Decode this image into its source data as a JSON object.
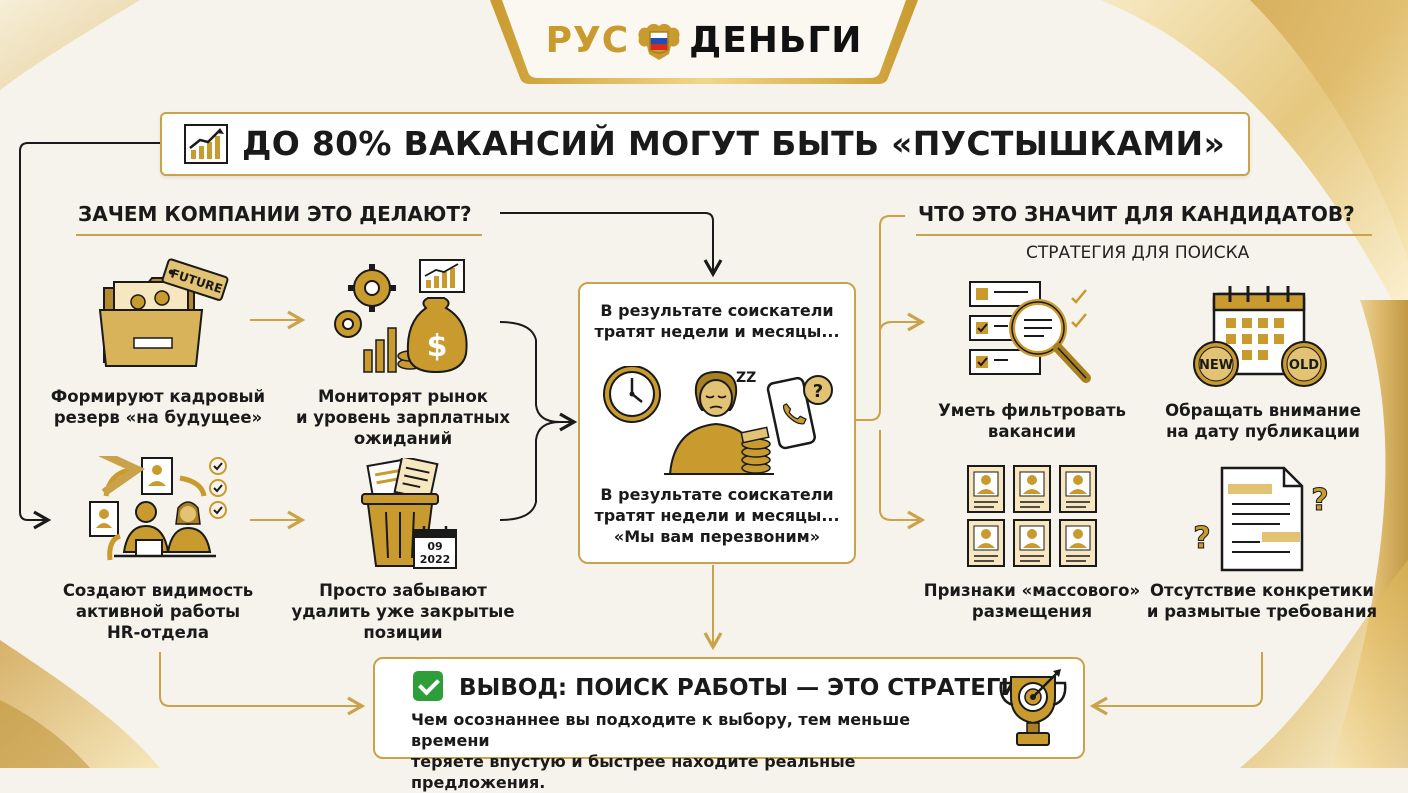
{
  "logo": {
    "part1": "РУС",
    "part2": "ДЕНЬГИ"
  },
  "headline": "ДО 80% ВАКАНСИЙ МОГУТ БЫТЬ «ПУСТЫШКАМИ»",
  "left": {
    "title": "ЗАЧЕМ КОМПАНИИ ЭТО ДЕЛАЮТ?",
    "items": [
      {
        "line1": "Формируют кадровый",
        "line2": "резерв «на будущее»",
        "line3": "",
        "tag": "FUTURE"
      },
      {
        "line1": "Мониторят рынок",
        "line2": "и уровень зарплатных",
        "line3": "ожиданий"
      },
      {
        "line1": "Создают видимость",
        "line2": "активной работы",
        "line3": "HR-отдела"
      },
      {
        "line1": "Просто забывают",
        "line2": "удалить уже закрытые",
        "line3": "позиции",
        "date_top": "09",
        "date_bottom": "2022"
      }
    ]
  },
  "center": {
    "top_line1": "В результате соискатели",
    "top_line2": "тратят недели и месяцы...",
    "bottom_line1": "В результате соискатели",
    "bottom_line2": "тратят недели и месяцы...",
    "bottom_line3": "«Мы вам перезвоним»",
    "zzz": "ZZ"
  },
  "right": {
    "title": "ЧТО ЭТО ЗНАЧИТ ДЛЯ КАНДИДАТОВ?",
    "subtitle": "СТРАТЕГИЯ ДЛЯ ПОИСКА",
    "items": [
      {
        "line1": "Уметь фильтровать",
        "line2": "вакансии"
      },
      {
        "line1": "Обращать внимание",
        "line2": "на дату публикации",
        "badge_new": "NEW",
        "badge_old": "OLD"
      },
      {
        "line1": "Признаки «массового»",
        "line2": "размещения"
      },
      {
        "line1": "Отсутствие конкретики",
        "line2": "и размытые требования"
      }
    ]
  },
  "conclusion": {
    "title": "ВЫВОД: ПОИСК РАБОТЫ — ЭТО СТРАТЕГИЯ!",
    "line1": "Чем осознаннее вы подходите к выбору, тем меньше времени",
    "line2": "теряете впустую и быстрее находите реальные предложения."
  },
  "colors": {
    "gold": "#c9a24a",
    "gold_dark": "#a8801f",
    "text": "#1a1a1a",
    "green": "#2e9e3a"
  }
}
